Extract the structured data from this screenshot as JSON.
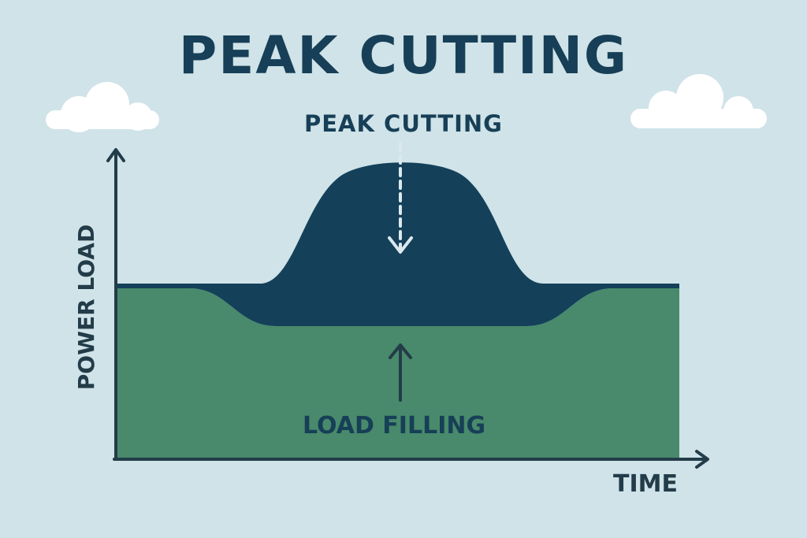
{
  "title": "PEAK CUTTING",
  "labels": {
    "peak": "PEAK CUTTING",
    "fill": "LOAD FILLING",
    "x_axis": "TIME",
    "y_axis": "POWER LOAD"
  },
  "colors": {
    "background": "#cfe3e8",
    "text": "#173f57",
    "axis": "#233c49",
    "peak_fill": "#14405a",
    "load_fill": "#488a6b",
    "cloud": "#ffffff",
    "arrow_dashed": "#dbe8ed",
    "arrow_solid": "#233c49"
  },
  "icons": {
    "clouds": "cloud-icon",
    "peak_arrow": "dashed-down-arrow-icon",
    "fill_arrow": "up-arrow-icon"
  }
}
